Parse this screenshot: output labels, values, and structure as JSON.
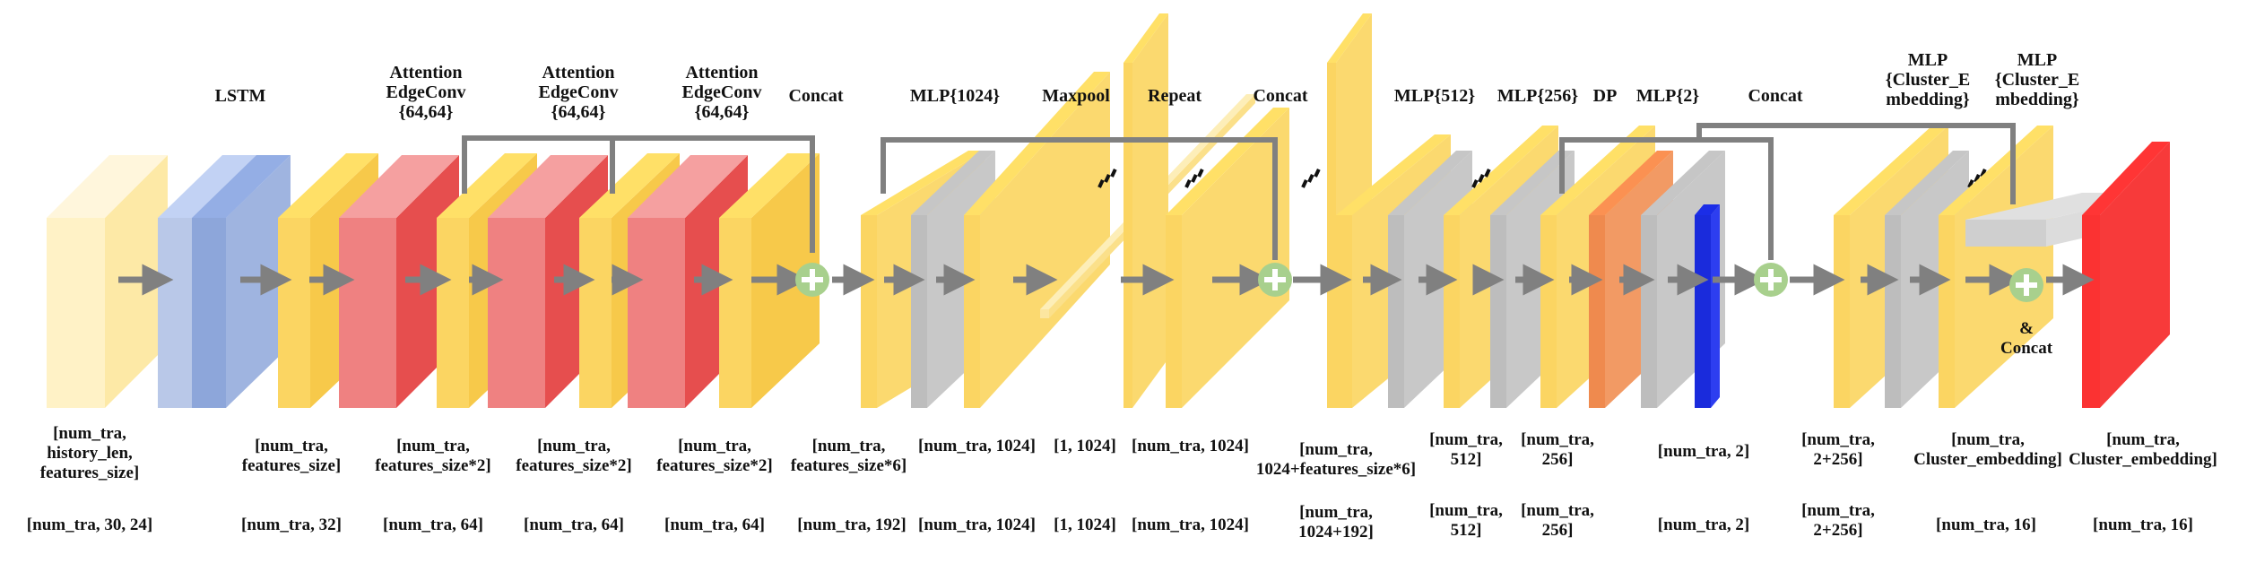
{
  "top_labels": {
    "lstm": "LSTM",
    "att1": "Attention\nEdgeConv\n{64,64}",
    "att2": "Attention\nEdgeConv\n{64,64}",
    "att3": "Attention\nEdgeConv\n{64,64}",
    "concat1": "Concat",
    "mlp1024": "MLP{1024}",
    "maxpool": "Maxpool",
    "repeat": "Repeat",
    "concat2": "Concat",
    "mlp512": "MLP{512}",
    "mlp256": "MLP{256}",
    "dp": "DP",
    "mlp2": "MLP{2}",
    "concat3": "Concat",
    "mlp_cluster1": "MLP\n{Cluster_E\nmbedding}",
    "mlp_cluster2": "MLP\n{Cluster_E\nmbedding}",
    "and_concat": "&\nConcat"
  },
  "shape_labels": [
    "[num_tra,\nhistory_len,\nfeatures_size]",
    "[num_tra,\nfeatures_size]",
    "[num_tra,\nfeatures_size*2]",
    "[num_tra,\nfeatures_size*2]",
    "[num_tra,\nfeatures_size*2]",
    "[num_tra,\nfeatures_size*6]",
    "[num_tra, 1024]",
    "[1, 1024]",
    "[num_tra, 1024]",
    "[num_tra,\n1024+features_size*6]",
    "[num_tra,\n512]",
    "[num_tra,\n256]",
    "[num_tra, 2]",
    "[num_tra,\n2+256]",
    "[num_tra,\nCluster_embedding]",
    "[num_tra,\nCluster_embedding]"
  ],
  "value_labels": [
    "[num_tra, 30, 24]",
    "[num_tra, 32]",
    "[num_tra, 64]",
    "[num_tra, 64]",
    "[num_tra, 64]",
    "[num_tra, 192]",
    "[num_tra, 1024]",
    "[1, 1024]",
    "[num_tra, 1024]",
    "[num_tra,\n1024+192]",
    "[num_tra,\n512]",
    "[num_tra,\n256]",
    "[num_tra, 2]",
    "[num_tra,\n2+256]",
    "[num_tra, 16]",
    "[num_tra, 16]"
  ],
  "colors": {
    "yellow": "#fbd562",
    "yellow_side": "#f7c94a",
    "cream": "#fff2c6",
    "lstm_blue": "#b9c8e8",
    "lstm_blue_dark": "#8da6da",
    "att_pink": "#ef8181",
    "att_red": "#e64e4e",
    "gray": "#bdbdbd",
    "orange": "#ef8a4e",
    "blue": "#1a2bdc",
    "red": "#fb3232",
    "plus_green": "#a8d08d",
    "connector": "#808080"
  }
}
